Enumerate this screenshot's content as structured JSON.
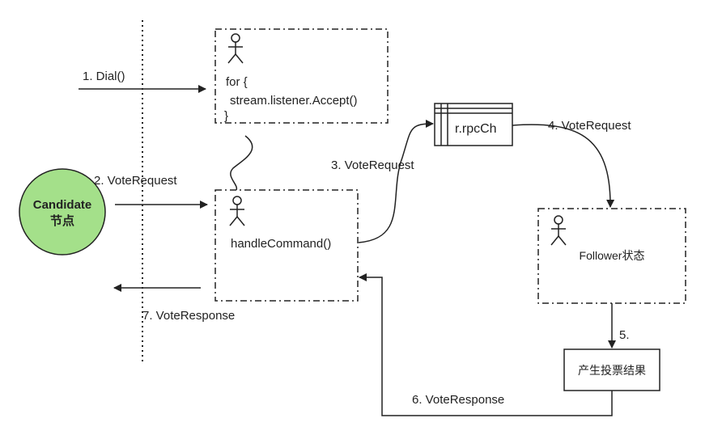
{
  "diagram": {
    "candidate": {
      "line1": "Candidate",
      "line2": "节点"
    },
    "accept_box": {
      "line1": "for {",
      "line2": "stream.listener.Accept()",
      "line3": "}"
    },
    "handle_box": {
      "label": "handleCommand()"
    },
    "rpc_channel": {
      "label": "r.rpcCh"
    },
    "follower_box": {
      "label": "Follower状态"
    },
    "result_box": {
      "label": "产生投票结果"
    },
    "arrows": {
      "dial": "1. Dial()",
      "vote_request_2": "2. VoteRequest",
      "vote_request_3": "3. VoteRequest",
      "vote_request_4": "4. VoteRequest",
      "step_5": "5.",
      "vote_response_6": "6. VoteResponse",
      "vote_response_7": "7. VoteResponse"
    },
    "colors": {
      "candidate_fill": "#a4e08a",
      "stroke": "#222222"
    }
  }
}
